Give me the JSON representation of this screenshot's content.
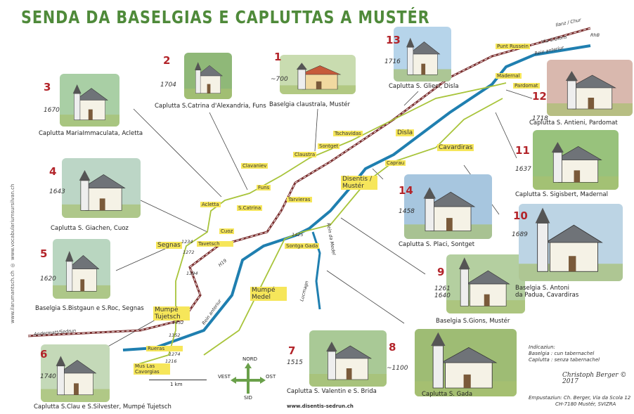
{
  "title": "SENDA DA  BASELGIAS E CAPLUTTAS A MUSTÉR",
  "side_text": [
    "www.ilarumantsch.ch",
    "www.vocabulariumsursilvan.ch"
  ],
  "churches": [
    {
      "num": "1",
      "year": "~700",
      "caption": "Baselgia claustrala, Mustér",
      "bg": "#c9dcb0"
    },
    {
      "num": "2",
      "year": "1704",
      "caption": "Caplutta S.Catrina d'Alexandria, Funs",
      "bg": "#8fb878"
    },
    {
      "num": "3",
      "year": "1670",
      "caption": "Caplutta MariaImmaculata, Acletta",
      "bg": "#a9cfa5"
    },
    {
      "num": "4",
      "year": "1643",
      "caption": "Caplutta S. Giachen, Cuoz",
      "bg": "#bcd6c6"
    },
    {
      "num": "5",
      "year": "1620",
      "caption": "Baselgia S.Bistgaun e S.Roc, Segnas",
      "bg": "#b9d6c0"
    },
    {
      "num": "6",
      "year": "1740",
      "caption": "Caplutta S.Clau e S.Silvester, Mumpé Tujetsch",
      "bg": "#c4d9b8"
    },
    {
      "num": "7",
      "year": "1515",
      "caption": "Caplutta S. Valentin e S. Brida",
      "bg": "#a9c996"
    },
    {
      "num": "8",
      "year": "~1100",
      "caption": "Caplutta S. Gada",
      "bg": "#9ebc74"
    },
    {
      "num": "9",
      "year": "1261\n1640",
      "caption": "Baselgia S.Gions, Mustér",
      "bg": "#b4cfa0"
    },
    {
      "num": "10",
      "year": "1689",
      "caption": "Baselgia S. Antoni\nda Padua, Cavardiras",
      "bg": "#bcd4e4"
    },
    {
      "num": "11",
      "year": "1637",
      "caption": "Caplutta S. Sigisbert, Madernal",
      "bg": "#98c27c"
    },
    {
      "num": "12",
      "year": "1718",
      "caption": "Caplutta S. Antieni, Pardomat",
      "bg": "#d9b8ae"
    },
    {
      "num": "13",
      "year": "1716",
      "caption": "Caplutta S. Glieci, Disla",
      "bg": "#b6d4ea"
    },
    {
      "num": "14",
      "year": "1458",
      "caption": "Caplutta S. Placi, Sontget",
      "bg": "#a7c6df"
    }
  ],
  "map_labels": [
    "Punt Russein",
    "Madernal",
    "Pardomat",
    "Tschavidas",
    "Disla",
    "Cavardiras",
    "Caprau",
    "Sontget",
    "Claustra",
    "Clavaniev",
    "Funs",
    "Acletta",
    "S.Catrina",
    "Cuoz",
    "Segnas",
    "Disentis / Mustér",
    "Tavetsch",
    "Mumpé Medel",
    "Mumpé Tujetsch",
    "Rueras",
    "Mus Las Cavorgias",
    "Tarvieras",
    "Sontga Gada"
  ],
  "map_text": [
    "Ilanz / Chur",
    "RhB",
    "Rein anteriur",
    "Via S.Gions",
    "Andermatt/Sedrun",
    "Rein da Medel",
    "Lucmagn",
    "Rein anteriur",
    "H19",
    "1394",
    "1234",
    "1272",
    "1425",
    "1452",
    "1274",
    "1352",
    "1216"
  ],
  "compass": {
    "n": "NORD",
    "s": "SID",
    "e": "OST",
    "w": "VEST"
  },
  "scale_label": "1 km",
  "website": "www.disentis-sedrun.ch",
  "legend": {
    "title": "Indicaziun:",
    "line1": "Baselgia : cun tabernachel",
    "line2": "Caplutta : senza tabernachel"
  },
  "signature": "Christoph Berger © 2017",
  "publisher": {
    "line1": "Empustaziun: Ch. Berger, Via da Scola 12",
    "line2": "CH-7180 Mustér, SVIZRA"
  }
}
